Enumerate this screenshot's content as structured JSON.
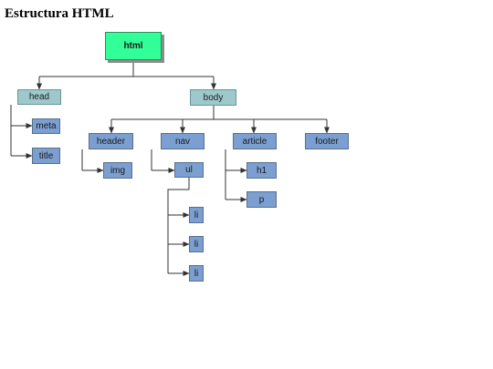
{
  "title": "Estructura HTML",
  "nodes": {
    "html": "html",
    "head": "head",
    "body": "body",
    "meta": "meta",
    "title": "title",
    "header": "header",
    "nav": "nav",
    "article": "article",
    "footer": "footer",
    "img": "img",
    "ul": "ul",
    "h1": "h1",
    "p": "p",
    "li1": "li",
    "li2": "li",
    "li3": "li"
  },
  "colors": {
    "root_fill": "#33ff99",
    "element_fill": "#7b9fd1",
    "section_fill": "#9ec9cc",
    "connector": "#333333"
  }
}
